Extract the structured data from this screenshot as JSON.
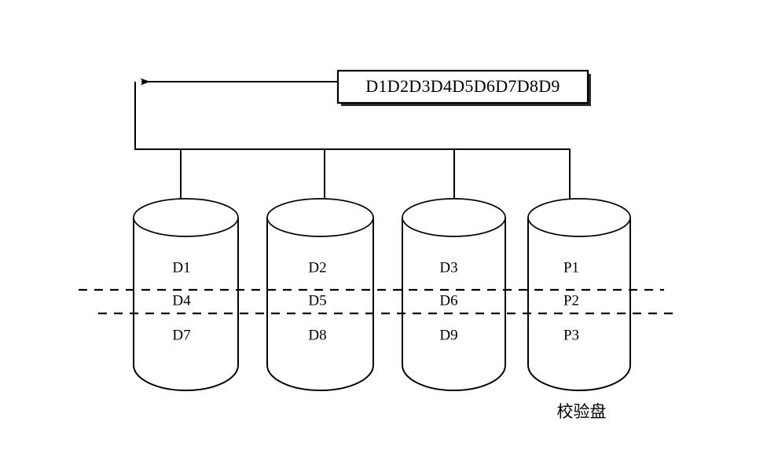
{
  "diagram": {
    "title_box": {
      "text": "D1D2D3D4D5D6D7D8D9"
    },
    "annotation": {
      "parity_disk_label": "校验盘"
    },
    "stripe_rows": [
      "row1",
      "row2",
      "row3"
    ],
    "disks": [
      {
        "name": "disk-1",
        "blocks": [
          "D1",
          "D4",
          "D7"
        ]
      },
      {
        "name": "disk-2",
        "blocks": [
          "D2",
          "D5",
          "D8"
        ]
      },
      {
        "name": "disk-3",
        "blocks": [
          "D3",
          "D6",
          "D9"
        ]
      },
      {
        "name": "disk-4-parity",
        "blocks": [
          "P1",
          "P2",
          "P3"
        ]
      }
    ],
    "colors": {
      "stroke": "#000000",
      "background": "#ffffff",
      "shadow": "#2b2b2b"
    }
  }
}
